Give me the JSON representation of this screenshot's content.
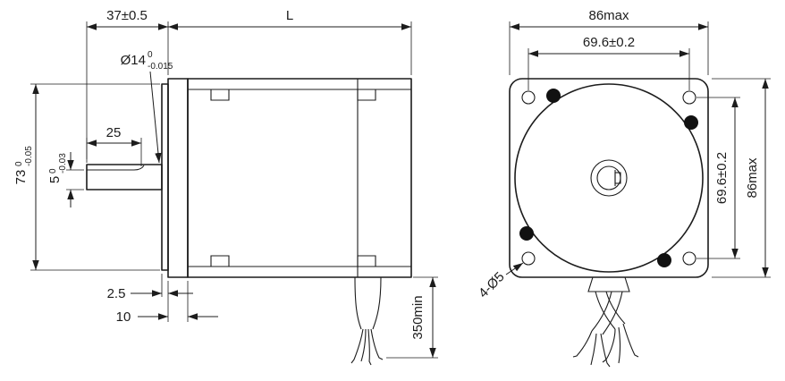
{
  "page": {
    "background": "#ffffff",
    "line_color": "#1c1c1c"
  },
  "drawing": {
    "side_view": {
      "dim_shaft_extension": "37±0.5",
      "dim_body_length": "L",
      "shaft_diameter": {
        "value": "Ø14",
        "upper_tol": "0",
        "lower_tol": "-0.015"
      },
      "dim_flat_length": "25",
      "flat_height": {
        "value": "5",
        "upper_tol": "0",
        "lower_tol": "-0.03"
      },
      "pilot_diameter": {
        "value": "73",
        "upper_tol": "0",
        "lower_tol": "-0.05"
      },
      "dim_boss_protrusion": "2.5",
      "dim_flange_thickness": "10",
      "dim_cable_length": "350min"
    },
    "front_view": {
      "dim_width": "86max",
      "dim_hole_spacing_horizontal": "69.6±0.2",
      "dim_hole_spacing_vertical": "69.6±0.2",
      "dim_height": "86max",
      "mounting_holes_label": "4-Ø5"
    }
  }
}
